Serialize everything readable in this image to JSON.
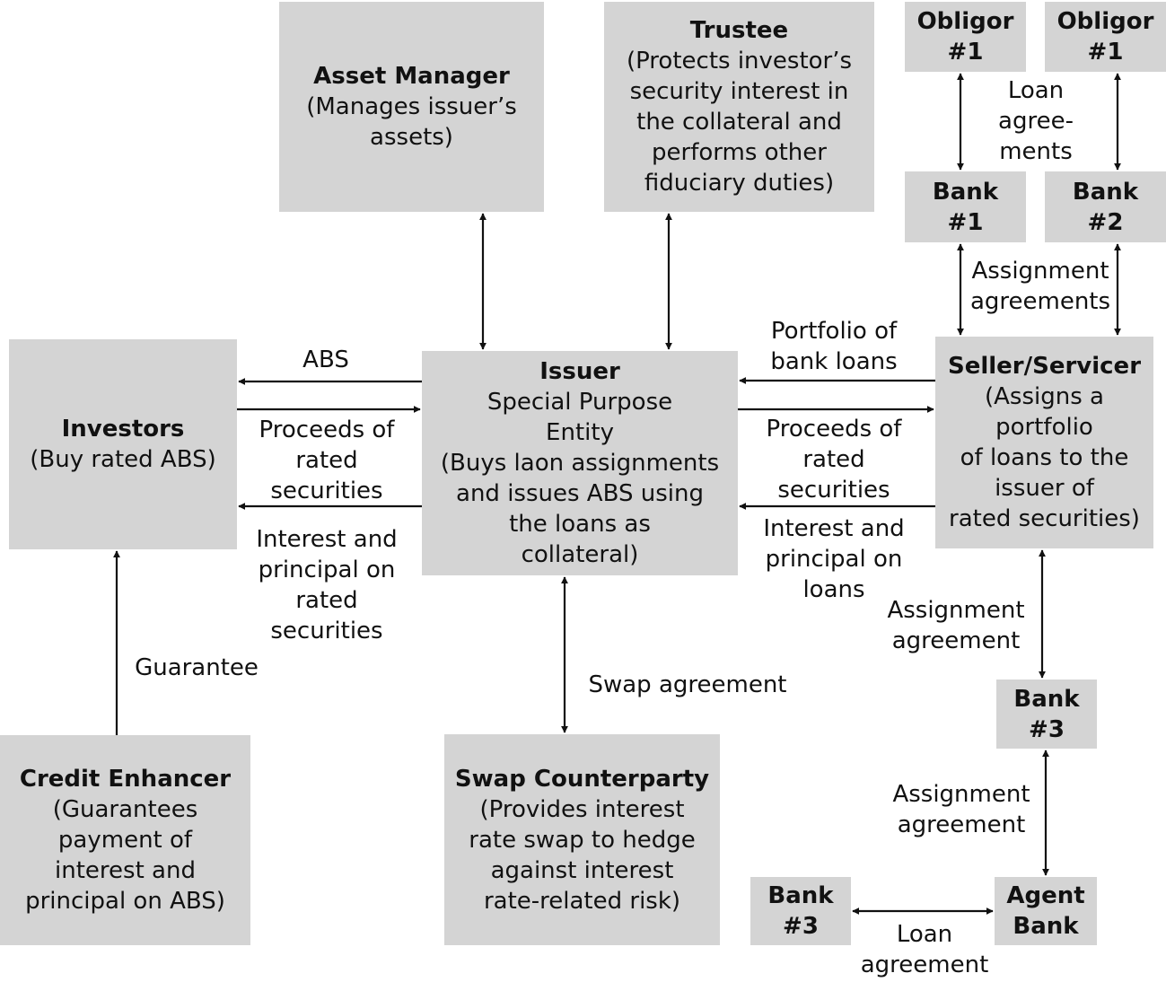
{
  "boxes": {
    "asset_manager": {
      "title": "Asset Manager",
      "desc": "(Manages issuer’s\nassets)"
    },
    "trustee": {
      "title": "Trustee",
      "desc": "(Protects investor’s\nsecurity interest in\nthe collateral and\nperforms other\nfiduciary duties)"
    },
    "obligor_1a": {
      "title": "Obligor\n#1"
    },
    "obligor_1b": {
      "title": "Obligor\n#1"
    },
    "bank_1": {
      "title": "Bank\n#1"
    },
    "bank_2": {
      "title": "Bank\n#2"
    },
    "investors": {
      "title": "Investors",
      "desc": "(Buy rated ABS)"
    },
    "issuer": {
      "title": "Issuer",
      "desc": "Special Purpose\nEntity\n(Buys laon assignments\nand issues ABS using\nthe loans as\ncollateral)"
    },
    "seller": {
      "title": "Seller/Servicer",
      "desc": "(Assigns a\nportfolio\nof loans to the\nissuer of\nrated securities)"
    },
    "bank_3_right": {
      "title": "Bank\n#3"
    },
    "credit_enhancer": {
      "title": "Credit Enhancer",
      "desc": "(Guarantees\npayment of\ninterest and\nprincipal on ABS)"
    },
    "swap": {
      "title": "Swap Counterparty",
      "desc": "(Provides interest\nrate swap to hedge\nagainst interest\nrate-related risk)"
    },
    "bank_3_bottom": {
      "title": "Bank\n#3"
    },
    "agent_bank": {
      "title": "Agent\nBank"
    }
  },
  "labels": {
    "loan_agreements": "Loan\nagree-\nments",
    "assignment_agreements": "Assignment\nagreements",
    "abs": "ABS",
    "proceeds_left": "Proceeds of\nrated\nsecurities",
    "interest_left": "Interest and\nprincipal on\nrated\nsecurities",
    "portfolio": "Portfolio of\nbank loans",
    "proceeds_right": "Proceeds of\nrated\nsecurities",
    "interest_right": "Interest and\nprincipal on\nloans",
    "assignment_agreement_1": "Assignment\nagreement",
    "assignment_agreement_2": "Assignment\nagreement",
    "guarantee": "Guarantee",
    "swap_agreement": "Swap agreement",
    "loan_agreement": "Loan\nagreement"
  },
  "colors": {
    "box_fill": "#d4d4d4",
    "line": "#111111"
  }
}
